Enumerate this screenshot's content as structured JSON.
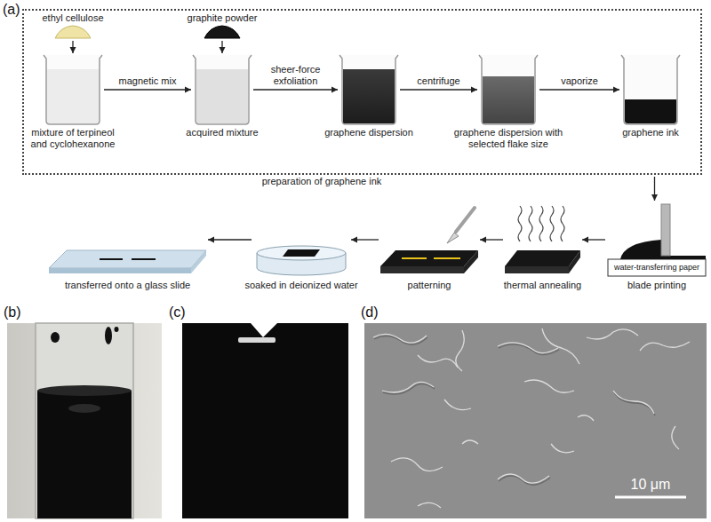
{
  "diagram": {
    "nodes": [
      {
        "text": [
          "preparation of graphene ink"
        ]
      },
      {
        "text": [
          "ethyl cellulose"
        ],
        "in": 0
      },
      {
        "text": [
          "graphite powder"
        ],
        "in": 0
      },
      {
        "text": [
          "mixture of terpineol and cyclohexanone"
        ],
        "in": 0
      },
      {
        "text": [
          "acquired mixture"
        ],
        "in": 0
      },
      {
        "text": [
          "graphene dispersion"
        ],
        "in": 0
      },
      {
        "text": [
          "graphene dispersion with selected flake size"
        ],
        "in": 0
      },
      {
        "text": [
          "graphene ink"
        ],
        "in": 0
      },
      {
        "text": [
          "blade printing"
        ]
      },
      {
        "text": [
          "thermal annealing"
        ]
      },
      {
        "text": [
          "patterning"
        ]
      },
      {
        "text": [
          "soaked in deionized water"
        ]
      },
      {
        "text": [
          "transferred onto a glass slide"
        ]
      }
    ],
    "edges": [
      {
        "from": 1,
        "to": 3,
        "arrow": "to"
      },
      {
        "from": 3,
        "to": 4,
        "label": "magnetic mix",
        "arrow": "to"
      },
      {
        "from": 2,
        "to": 4,
        "arrow": "to"
      },
      {
        "from": 4,
        "to": 5,
        "label": "sheer-force exfoliation",
        "arrow": "to"
      },
      {
        "from": 5,
        "to": 6,
        "label": "centrifuge",
        "arrow": "to"
      },
      {
        "from": 6,
        "to": 7,
        "label": "vaporize",
        "arrow": "to"
      },
      {
        "from": 0,
        "to": 8,
        "arrow": "to"
      },
      {
        "from": 8,
        "to": 9,
        "arrow": "to"
      },
      {
        "from": 9,
        "to": 10,
        "arrow": "to"
      },
      {
        "from": 10,
        "to": 11,
        "arrow": "to"
      },
      {
        "from": 11,
        "to": 12,
        "arrow": "to"
      }
    ],
    "labels": [
      "(a)",
      "water-transferring paper",
      "(b)",
      "(c)",
      "(d)",
      "10 μm"
    ]
  }
}
